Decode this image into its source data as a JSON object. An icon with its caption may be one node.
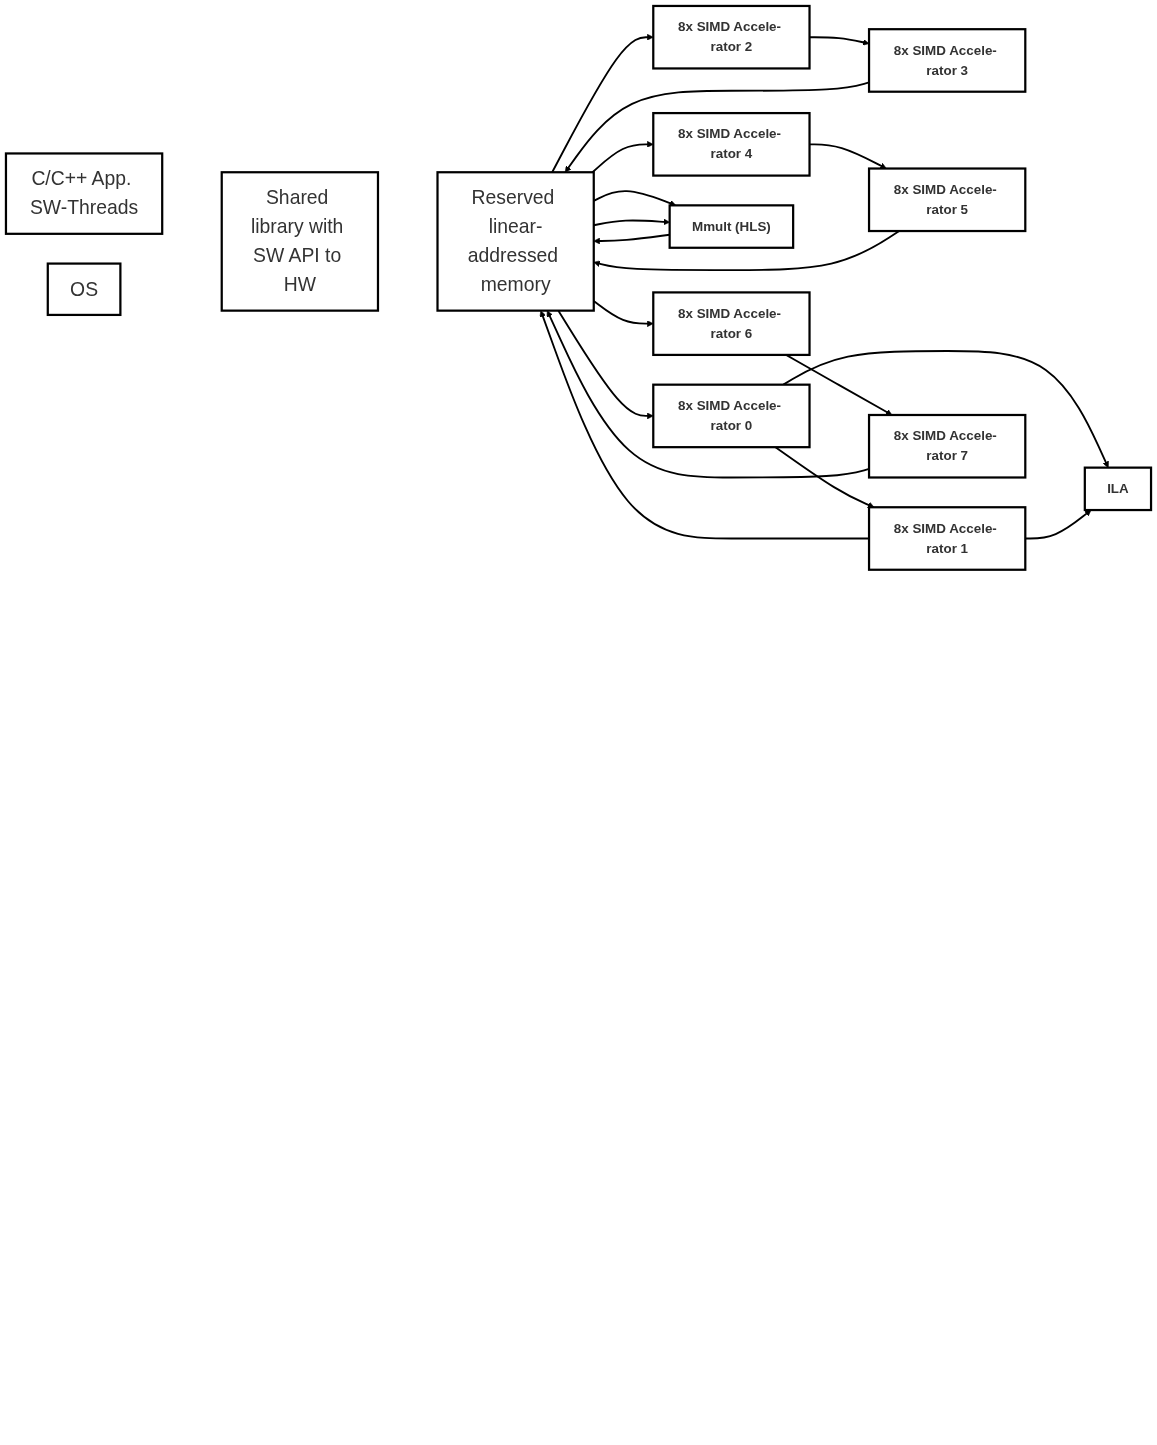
{
  "diagram": {
    "nodes": [
      {
        "text": [
          "C/C++ App. SW-Threads"
        ]
      },
      {
        "text": [
          "OS"
        ]
      },
      {
        "text": [
          "Shared library with SW API to HW"
        ]
      },
      {
        "text": [
          "Reserved linear-addressed memory"
        ]
      },
      {
        "text": [
          "ILA"
        ]
      },
      {
        "text": [
          "8x SIMD Accele- rator 0"
        ]
      },
      {
        "text": [
          "8x SIMD Accele- rator 1"
        ]
      },
      {
        "text": [
          "8x SIMD Accele- rator 2"
        ]
      },
      {
        "text": [
          "8x SIMD Accele- rator 3"
        ]
      },
      {
        "text": [
          "8x SIMD Accele- rator 4"
        ]
      },
      {
        "text": [
          "8x SIMD Accele- rator 5"
        ]
      },
      {
        "text": [
          "8x SIMD Accele- rator 6"
        ]
      },
      {
        "text": [
          "8x SIMD Accele- rator 7"
        ]
      },
      {
        "text": [
          "Mmult (HLS)"
        ]
      }
    ],
    "edges": [
      {
        "from": 5,
        "to": 4,
        "arrow": "to"
      },
      {
        "from": 6,
        "to": 4,
        "arrow": "to"
      },
      {
        "from": 3,
        "to": 5,
        "arrow": "to"
      },
      {
        "from": 5,
        "to": 6,
        "arrow": "to"
      },
      {
        "from": 6,
        "to": 3,
        "arrow": "to"
      },
      {
        "from": 3,
        "to": 7,
        "arrow": "to"
      },
      {
        "from": 7,
        "to": 8,
        "arrow": "to"
      },
      {
        "from": 8,
        "to": 3,
        "arrow": "to"
      },
      {
        "from": 3,
        "to": 9,
        "arrow": "to"
      },
      {
        "from": 9,
        "to": 10,
        "arrow": "to"
      },
      {
        "from": 10,
        "to": 3,
        "arrow": "to"
      },
      {
        "from": 3,
        "to": 11,
        "arrow": "to"
      },
      {
        "from": 11,
        "to": 12,
        "arrow": "to"
      },
      {
        "from": 12,
        "to": 3,
        "arrow": "to"
      },
      {
        "from": 3,
        "to": 13,
        "arrow": "to"
      },
      {
        "from": 3,
        "to": 13,
        "arrow": "to"
      },
      {
        "from": 13,
        "to": 3,
        "arrow": "to"
      }
    ]
  }
}
